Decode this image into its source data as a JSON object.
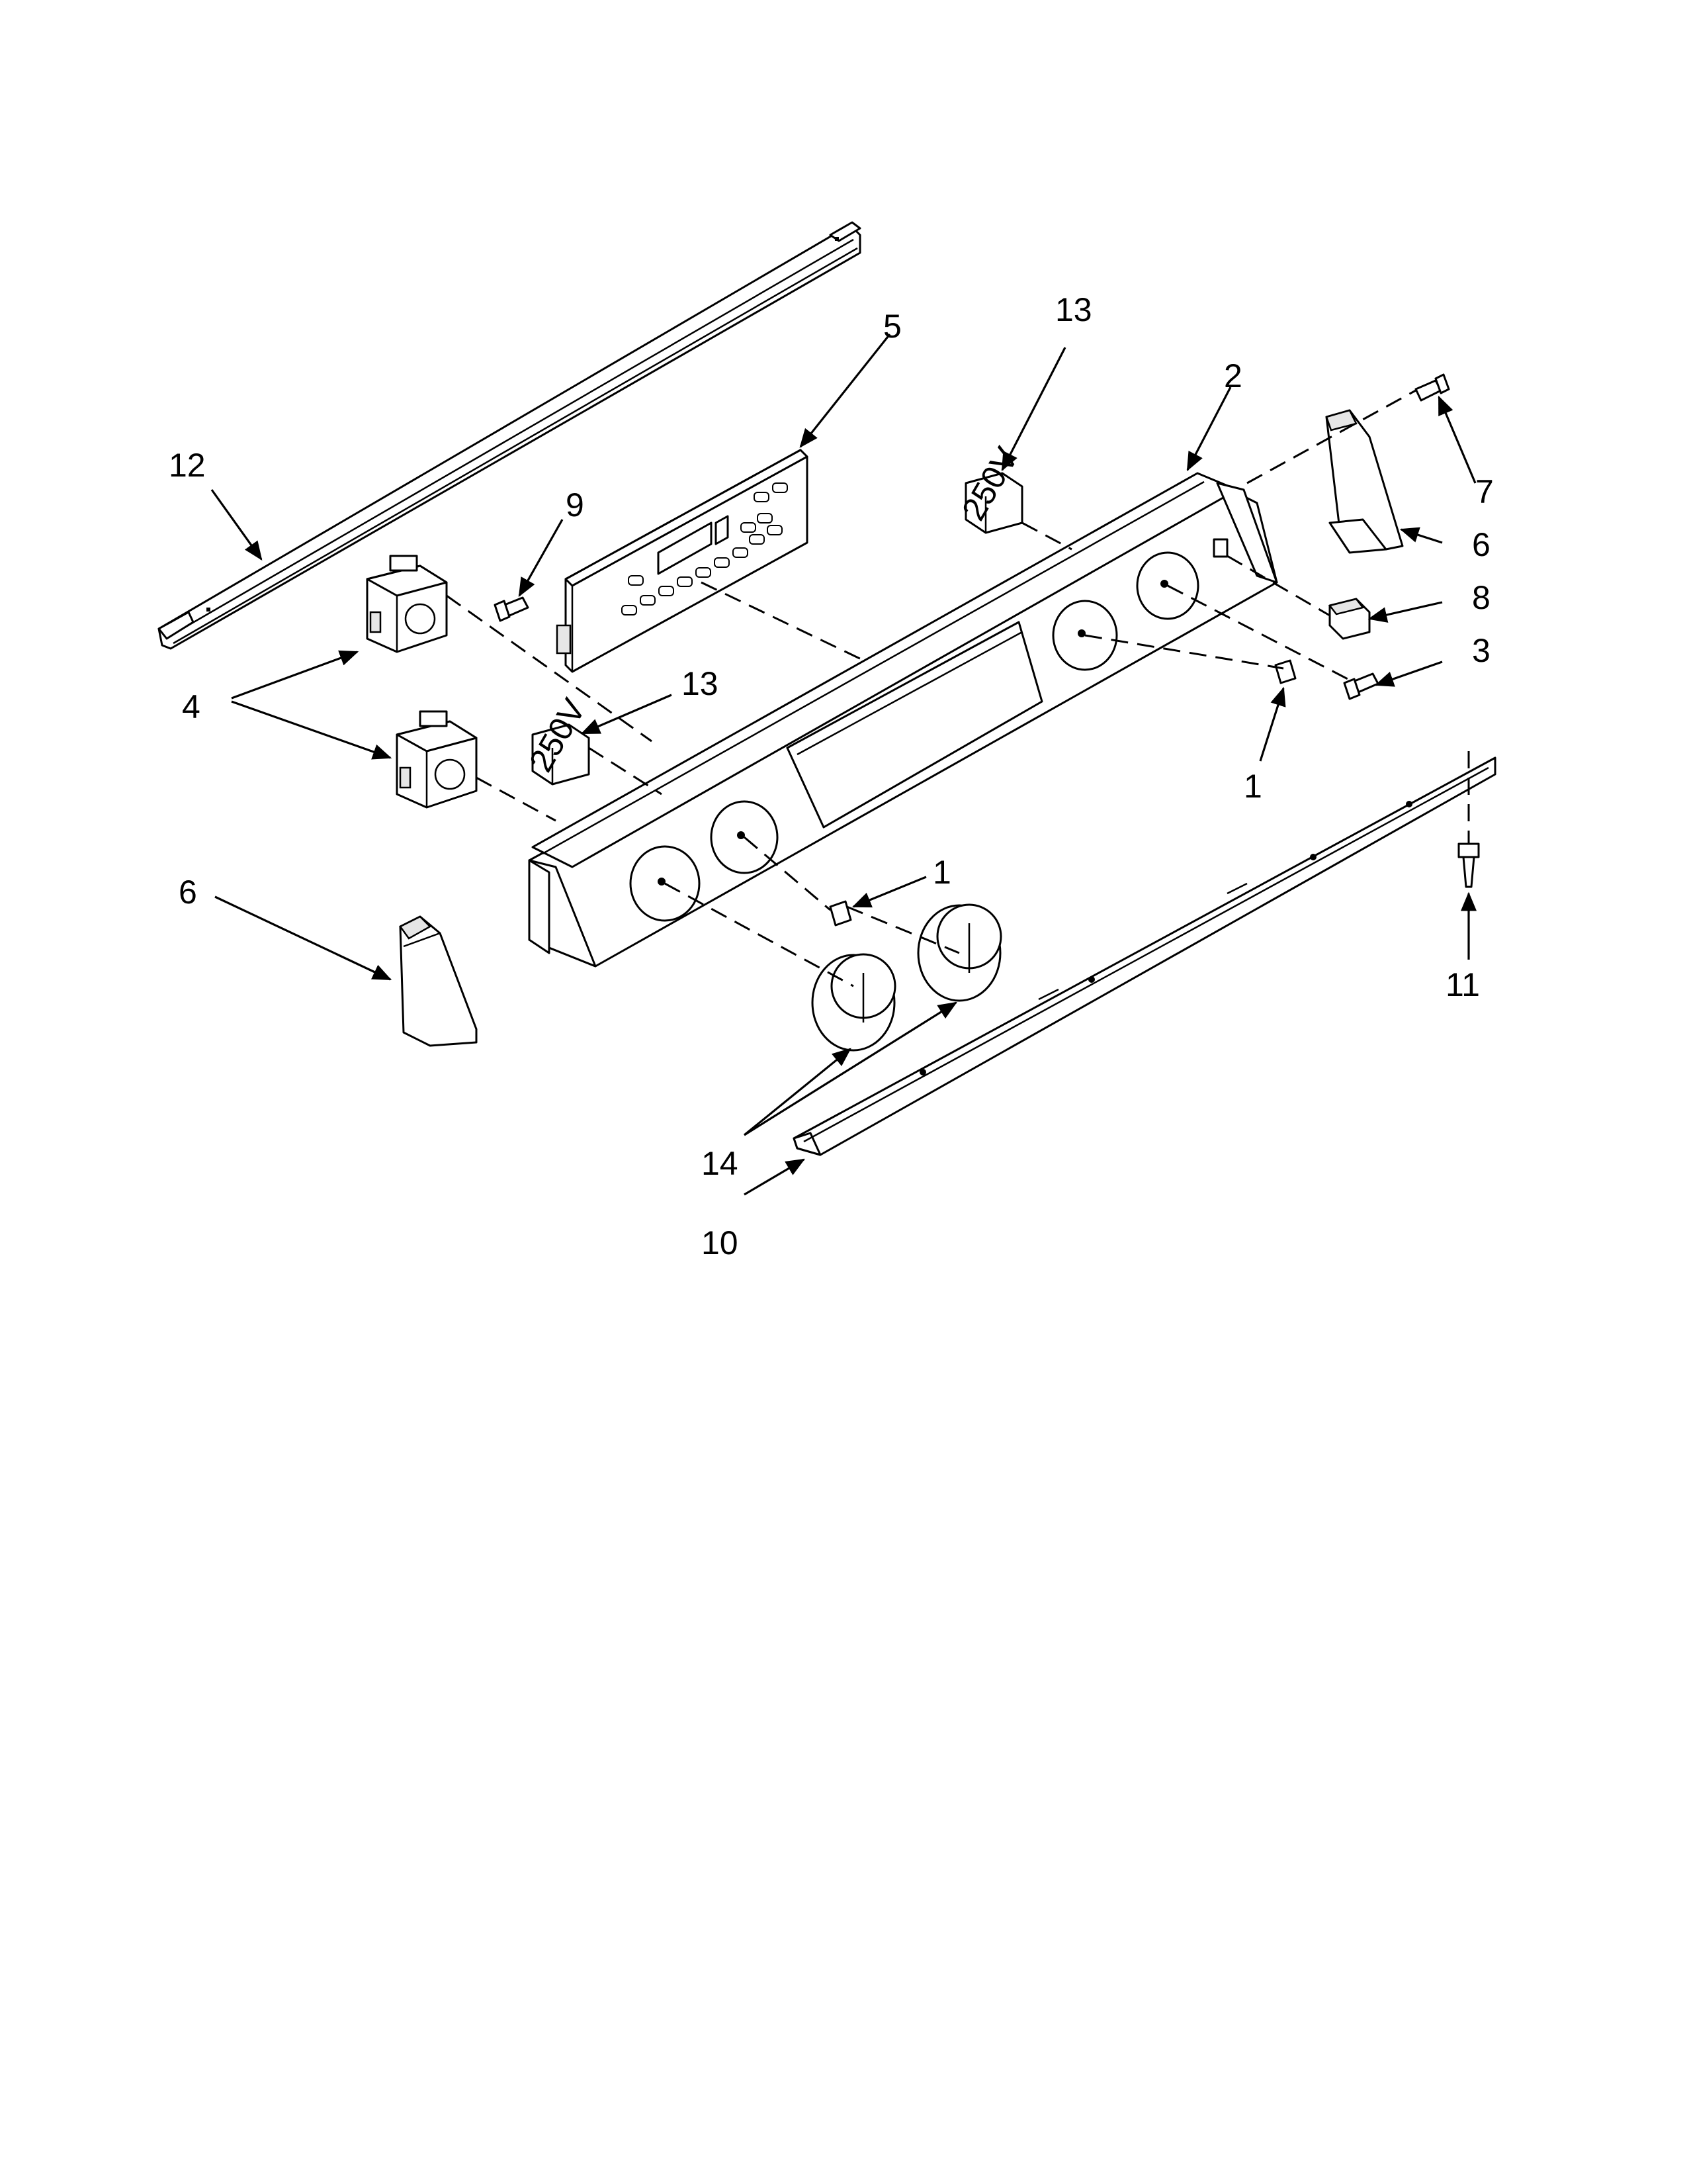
{
  "diagram": {
    "callouts": [
      {
        "id": "c1a",
        "label": "1"
      },
      {
        "id": "c1b",
        "label": "1"
      },
      {
        "id": "c2",
        "label": "2"
      },
      {
        "id": "c3",
        "label": "3"
      },
      {
        "id": "c4",
        "label": "4"
      },
      {
        "id": "c5",
        "label": "5"
      },
      {
        "id": "c6a",
        "label": "6"
      },
      {
        "id": "c6b",
        "label": "6"
      },
      {
        "id": "c7",
        "label": "7"
      },
      {
        "id": "c8",
        "label": "8"
      },
      {
        "id": "c9",
        "label": "9"
      },
      {
        "id": "c10",
        "label": "10"
      },
      {
        "id": "c11",
        "label": "11"
      },
      {
        "id": "c12",
        "label": "12"
      },
      {
        "id": "c13a",
        "label": "13"
      },
      {
        "id": "c13b",
        "label": "13"
      },
      {
        "id": "c14",
        "label": "14"
      }
    ],
    "switch_rating": "250V",
    "colors": {
      "line": "#000000",
      "background": "#ffffff",
      "shade": "#e6e6e6"
    }
  }
}
